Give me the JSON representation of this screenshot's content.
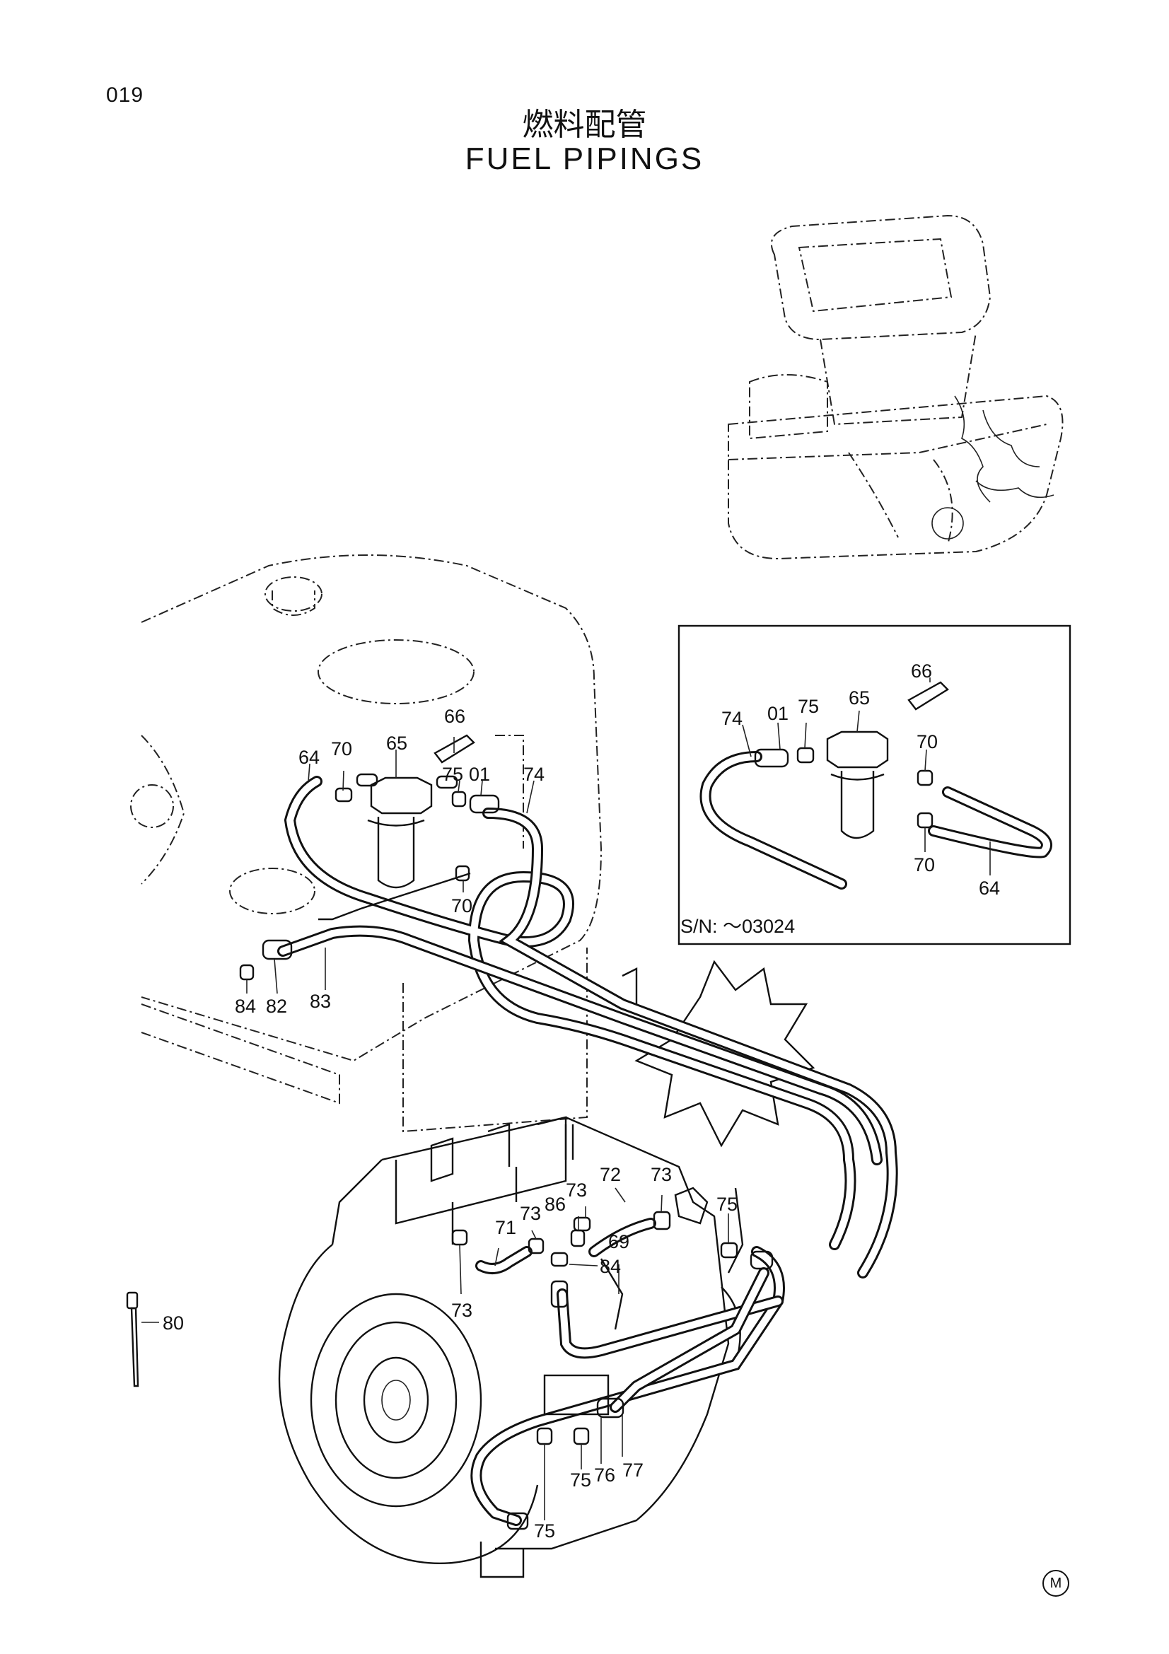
{
  "page_number": "019",
  "title_jp": "燃料配管",
  "title_en": "FUEL PIPINGS",
  "inset": {
    "serial": "S/N: ～03024"
  },
  "corner_mark": "M",
  "callouts": {
    "main_upper": [
      "64",
      "70",
      "65",
      "66",
      "75",
      "01",
      "74",
      "70",
      "84",
      "82",
      "83"
    ],
    "inset": [
      "66",
      "74",
      "01",
      "75",
      "65",
      "70",
      "70",
      "64"
    ],
    "engine": [
      "72",
      "73",
      "73",
      "86",
      "73",
      "75",
      "71",
      "69",
      "84",
      "73",
      "75",
      "76",
      "77",
      "75"
    ],
    "tie": [
      "80"
    ]
  }
}
